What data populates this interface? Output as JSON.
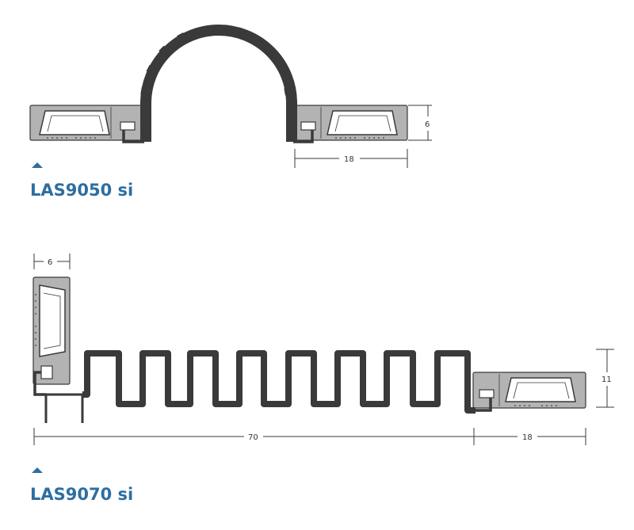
{
  "colors": {
    "profile_fill": "#b3b3b3",
    "profile_stroke": "#3a3a3a",
    "seal": "#3a3a3a",
    "accent": "#2e6ea0",
    "dimension": "#3a3a3a",
    "background": "#ffffff"
  },
  "diagrams": [
    {
      "title": "LAS9050 si",
      "marker_icon": "triangle-up-icon",
      "dimensions": {
        "height": "6",
        "width_right": "18"
      }
    },
    {
      "title": "LAS9070 si",
      "marker_icon": "triangle-up-icon",
      "dimensions": {
        "width_left": "6",
        "height": "11",
        "gap": "70",
        "width_right": "18"
      }
    }
  ]
}
